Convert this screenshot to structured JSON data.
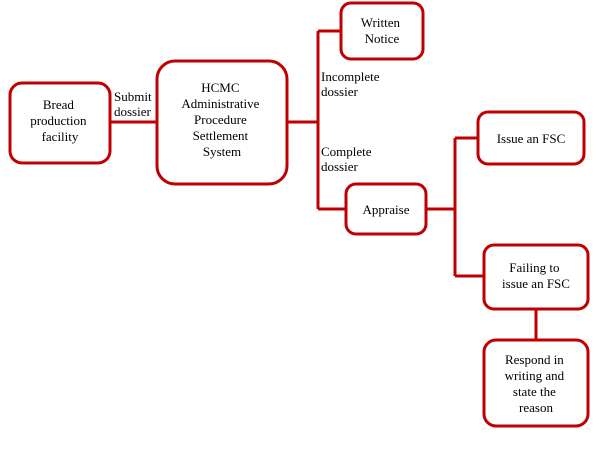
{
  "theme": {
    "line_color": "#c00000",
    "box_fill": "#ffffff",
    "text_color": "#000000"
  },
  "nodes": {
    "facility": {
      "lines": [
        "Bread",
        "production",
        "facility"
      ]
    },
    "system": {
      "lines": [
        "HCMC",
        "Administrative",
        "Procedure",
        "Settlement",
        "System"
      ]
    },
    "notice": {
      "lines": [
        "Written",
        "Notice"
      ]
    },
    "appraise": {
      "lines": [
        "Appraise"
      ]
    },
    "issue": {
      "lines": [
        "Issue an FSC"
      ]
    },
    "failing": {
      "lines": [
        "Failing to",
        "issue an FSC"
      ]
    },
    "respond": {
      "lines": [
        "Respond in",
        "writing and",
        "state the",
        "reason"
      ]
    }
  },
  "edge_labels": {
    "submit": {
      "lines": [
        "Submit",
        "dossier"
      ]
    },
    "incomplete": {
      "lines": [
        "Incomplete",
        "dossier"
      ]
    },
    "complete": {
      "lines": [
        "Complete",
        "dossier"
      ]
    }
  }
}
